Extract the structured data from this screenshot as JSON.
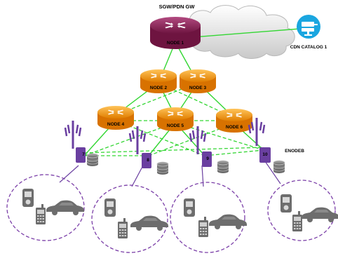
{
  "core": {
    "gateway_label": "SGW/PDN GW",
    "node1_label": "NODE 1",
    "cdn_label": "CDN CATALOG 1"
  },
  "routers": [
    {
      "id": "node-2",
      "label": "NODE 2"
    },
    {
      "id": "node-3",
      "label": "NODE 3"
    },
    {
      "id": "node-4",
      "label": "NODE 4"
    },
    {
      "id": "node-5",
      "label": "NODE 5"
    },
    {
      "id": "node-6",
      "label": "NODE 6"
    }
  ],
  "enodebs": {
    "group_label": "ENODEB",
    "stations": [
      "7",
      "8",
      "9",
      "10"
    ]
  },
  "colors": {
    "core_router": "#8e2458",
    "edge_router": "#f39a1c",
    "link": "#33d633",
    "enodeb": "#6a3fa0",
    "cell_circle": "#7b3fa8",
    "cdn": "#1aa6e0"
  }
}
